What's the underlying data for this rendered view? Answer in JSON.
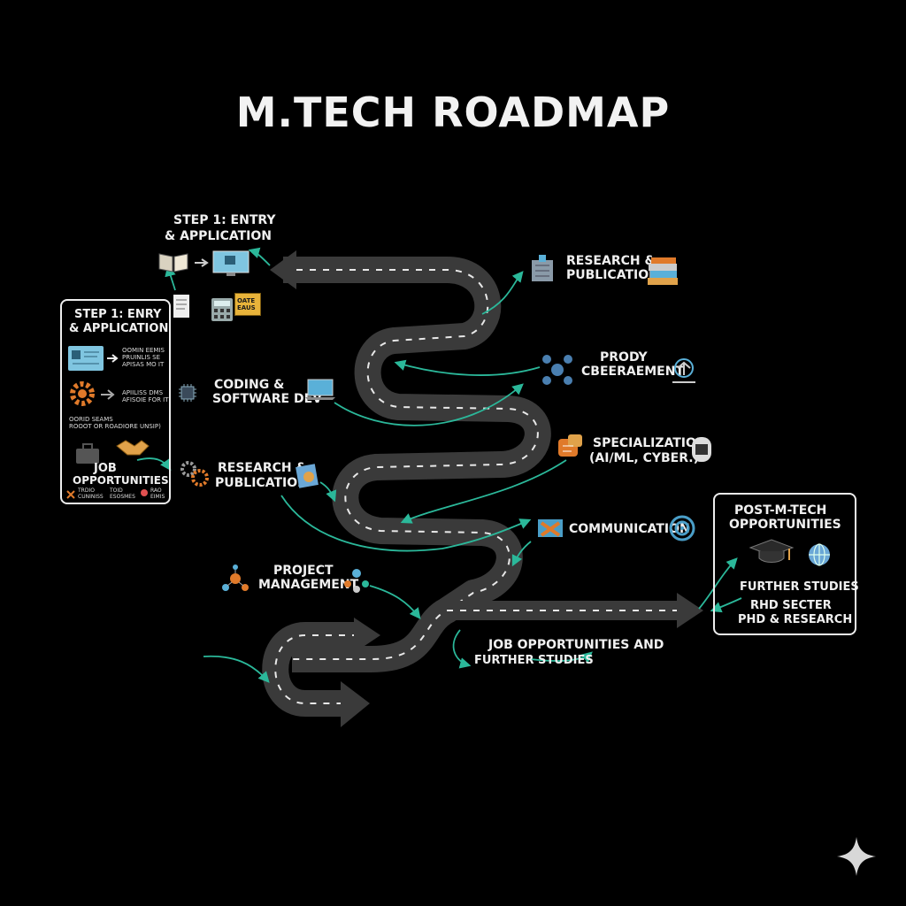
{
  "title": "M.TECH ROADMAP",
  "accent_color": "#2bb89a",
  "road_color": "#3a3a3a",
  "labels": {
    "step1_top_line1": "STEP 1: ENTRY",
    "step1_top_line2": "& APPLICATION",
    "coding_line1": "CODING &",
    "coding_line2": "SOFTWARE DEV",
    "research_left_line1": "RESEARCH &",
    "research_left_line2": "PUBLICATION",
    "project_line1": "PROJECT",
    "project_line2": "MANAGEMENT",
    "research_right_line1": "RESEARCH &",
    "research_right_line2": "PUBLICATION",
    "prody_line1": "PRODY",
    "prody_line2": "CBEERAEMENT",
    "specialization_line1": "SPECIALIZATION",
    "specialization_line2": "(AI/ML, CYBER.)",
    "communication": "COMMUNICATION",
    "jobs_line1": "JOB OPPORTUNITIES AND",
    "jobs_line2": "FURTHER STUDIES",
    "gate_ticket": "OATE EAUS"
  },
  "left_panel": {
    "title_line1": "STEP 1: ENRY",
    "title_line2": "& APPLICATION",
    "row1_line1": "OOMIN EEMIS",
    "row1_line2": "PRUINLIS SE",
    "row1_line3": "APISAS MO IT",
    "row2_line1": "APIILISS DMS",
    "row2_line2": "AFISOIE FOR IT",
    "row3_line1": "OORID SEAMS",
    "row3_line2": "ROOOT OR ROADIORE UNSIP)",
    "jobs_line1": "JOB",
    "jobs_line2": "OPPORTUNITIES",
    "foot1_line1": "TRDIO",
    "foot1_line2": "CUNINISS",
    "foot2_line1": "TOID",
    "foot2_line2": "ESOSMES",
    "foot3_line1": "RAO",
    "foot3_line2": "EIMIS"
  },
  "right_panel": {
    "title_line1": "POST-M-TECH",
    "title_line2": "OPPORTUNITIES",
    "item1": "FURTHER STUDIES",
    "item2": "RHD SECTER",
    "item3": "PHD & RESEARCH"
  },
  "icons": [
    "book-icon",
    "monitor-icon",
    "document-icon",
    "calculator-icon",
    "ticket-icon",
    "chip-icon",
    "laptop-icon",
    "gear-icon",
    "art-icon",
    "team-icon",
    "people-icon",
    "server-icon",
    "books-icon",
    "network-icon",
    "scale-icon",
    "brain-icon",
    "briefcase-icon",
    "handshake-icon",
    "tools-icon",
    "graduation-cap-icon",
    "globe-icon",
    "target-icon",
    "sparkle-icon"
  ]
}
